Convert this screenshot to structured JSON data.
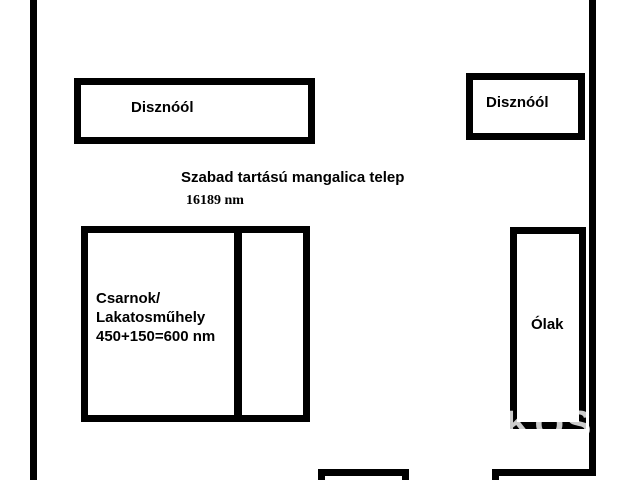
{
  "plan": {
    "title": "Szabad tartású mangalica telep",
    "area": "16189 nm",
    "rooms": [
      {
        "label": "Disznóól"
      },
      {
        "label": "Disznóól"
      },
      {
        "label_lines": [
          "Csarnok/",
          "Lakatosműhely",
          "450+150=600 nm"
        ]
      },
      {
        "label": "Ólak"
      }
    ]
  },
  "colors": {
    "line": "#000000",
    "background": "#ffffff"
  }
}
